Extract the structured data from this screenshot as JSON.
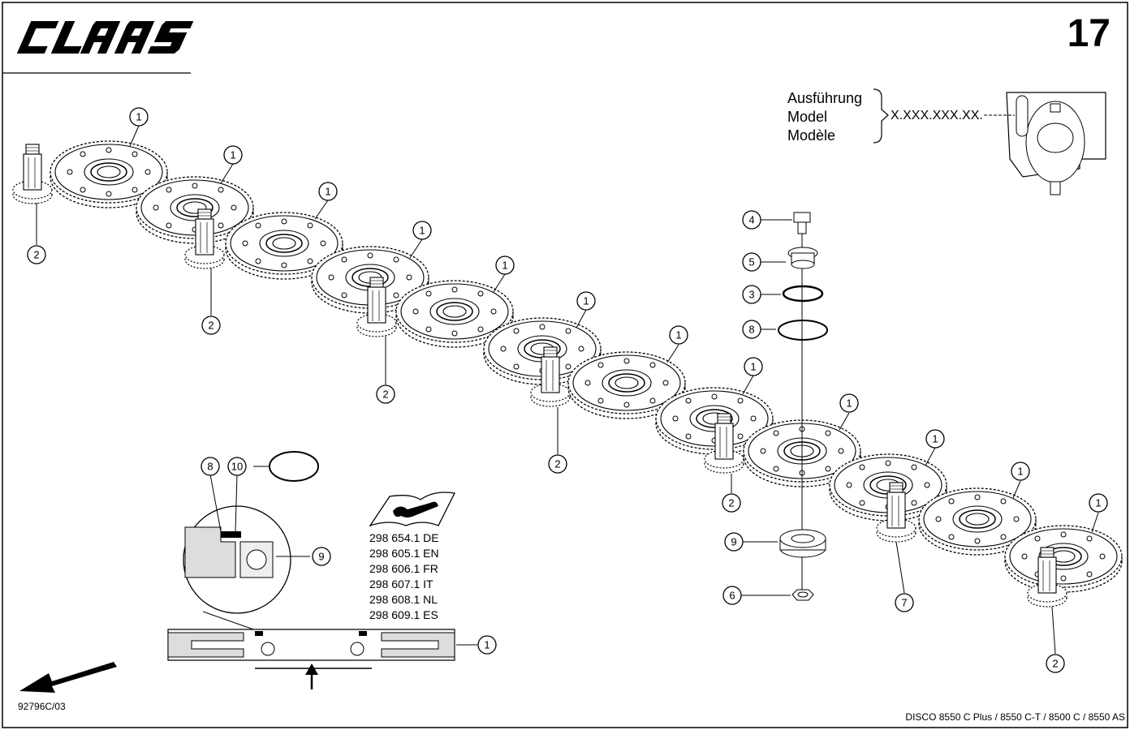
{
  "header": {
    "brand": "CLAAS",
    "page_number": "17"
  },
  "model_plate": {
    "labels": [
      "Ausführung",
      "Model",
      "Modèle"
    ],
    "code": "X.XXX.XXX.XX."
  },
  "manual_refs": [
    "298 654.1 DE",
    "298 605.1 EN",
    "298 606.1 FR",
    "298 607.1 IT",
    "298 608.1 NL",
    "298 609.1 ES"
  ],
  "drawing_id": "92796C/03",
  "footer_model": "DISCO 8550 C Plus / 8550 C-T / 8500 C / 8550 AS",
  "icons": [
    "logo",
    "wrench-manual-icon",
    "direction-arrow-icon",
    "cutter-plate-icon"
  ]
}
